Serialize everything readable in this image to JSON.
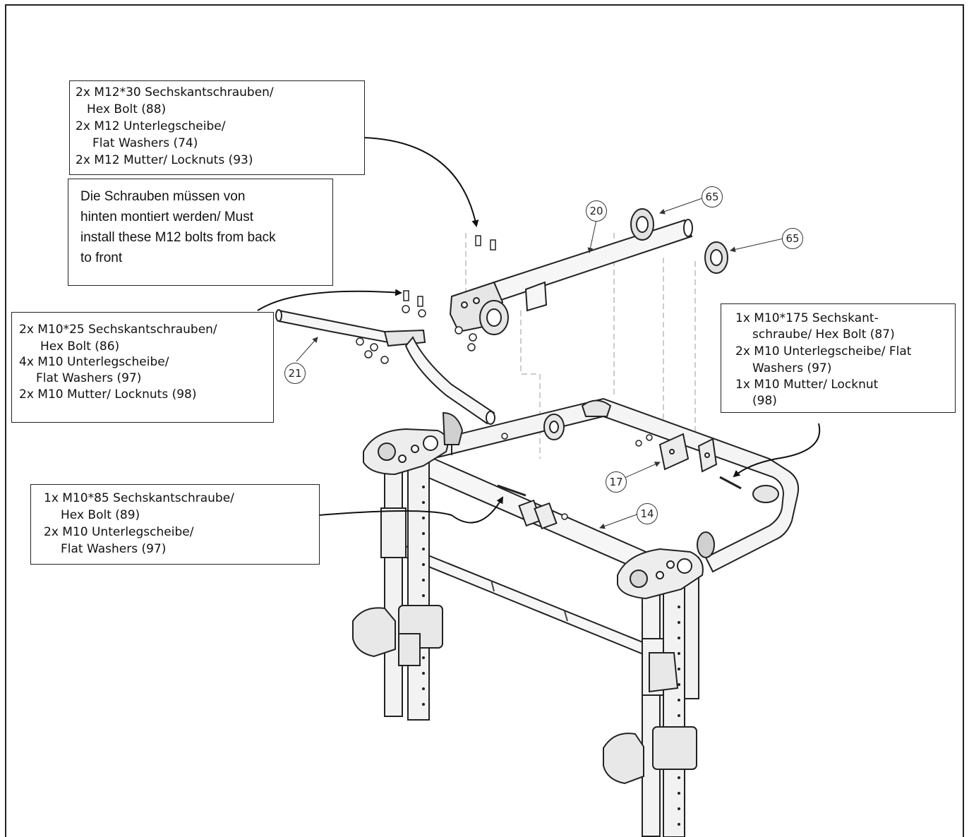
{
  "callouts": {
    "c1": "2x M12*30 Sechskantschrauben/",
    "c2": "Hex Bolt (88)",
    "c3": "2x M12 Unterlegscheibe/",
    "c4": "Flat Washers (74)",
    "c5": "2x M12 Mutter/ Locknuts (93)"
  },
  "note": {
    "l1": "Die Schrauben müssen von",
    "l2": "hinten montiert werden/ Must",
    "l3": "install these M12 bolts from back",
    "l4": "to front"
  },
  "left_box": {
    "l1": "2x M10*25  Sechskantschrauben/",
    "l2": "Hex Bolt (86)",
    "l3": "4x M10 Unterlegscheibe/",
    "l4": "Flat Washers (97)",
    "l5": "2x M10 Mutter/ Locknuts (98)"
  },
  "right_box": {
    "l1": "1x M10*175  Sechskant-",
    "l2": "schraube/ Hex Bolt (87)",
    "l3": "2x M10 Unterlegscheibe/ Flat",
    "l4": "Washers (97)",
    "l5": "1x M10 Mutter/  Locknut",
    "l6": "(98)"
  },
  "lower_box": {
    "l1": "1x M10*85 Sechskantschraube/",
    "l2": "Hex Bolt (89)",
    "l3": "2x M10 Unterlegscheibe/",
    "l4": "Flat Washers (97)"
  },
  "parts": {
    "p20": "20",
    "p65a": "65",
    "p65b": "65",
    "p21": "21",
    "p17": "17",
    "p14": "14"
  }
}
